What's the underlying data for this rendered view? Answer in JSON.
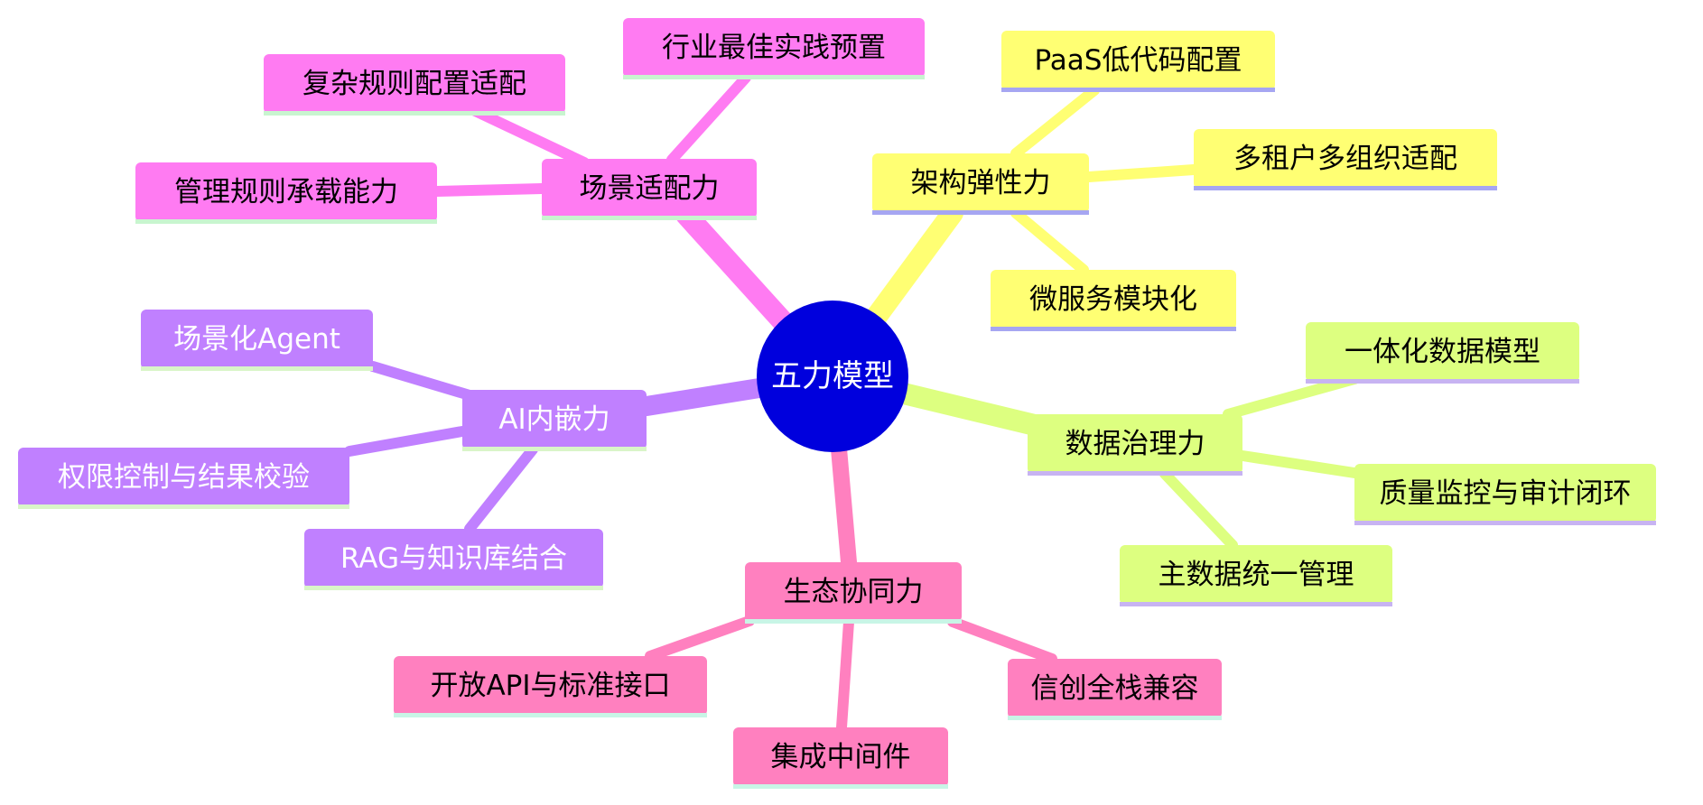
{
  "center": {
    "label": "五力模型",
    "color": "#0000dd",
    "text_color": "#ffffff"
  },
  "branches": [
    {
      "key": "scene",
      "label": "场景适配力",
      "color": "#ff7bf2",
      "underline": "#c8f5cf",
      "text_color": "#000000",
      "children": [
        {
          "label": "行业最佳实践预置"
        },
        {
          "label": "复杂规则配置适配"
        },
        {
          "label": "管理规则承载能力"
        }
      ]
    },
    {
      "key": "arch",
      "label": "架构弹性力",
      "color": "#ffff73",
      "underline": "#a6a6f2",
      "text_color": "#000000",
      "children": [
        {
          "label": "PaaS低代码配置"
        },
        {
          "label": "多租户多组织适配"
        },
        {
          "label": "微服务模块化"
        }
      ]
    },
    {
      "key": "data",
      "label": "数据治理力",
      "color": "#ddff80",
      "underline": "#c7b3f2",
      "text_color": "#000000",
      "children": [
        {
          "label": "一体化数据模型"
        },
        {
          "label": "质量监控与审计闭环"
        },
        {
          "label": "主数据统一管理"
        }
      ]
    },
    {
      "key": "eco",
      "label": "生态协同力",
      "color": "#ff80bf",
      "underline": "#c8f5e6",
      "text_color": "#000000",
      "children": [
        {
          "label": "开放API与标准接口"
        },
        {
          "label": "集成中间件"
        },
        {
          "label": "信创全栈兼容"
        }
      ]
    },
    {
      "key": "ai",
      "label": "AI内嵌力",
      "color": "#c080ff",
      "underline": "#d9f5c8",
      "text_color": "#ffffff",
      "children": [
        {
          "label": "场景化Agent"
        },
        {
          "label": "权限控制与结果校验"
        },
        {
          "label": "RAG与知识库结合"
        }
      ]
    }
  ]
}
